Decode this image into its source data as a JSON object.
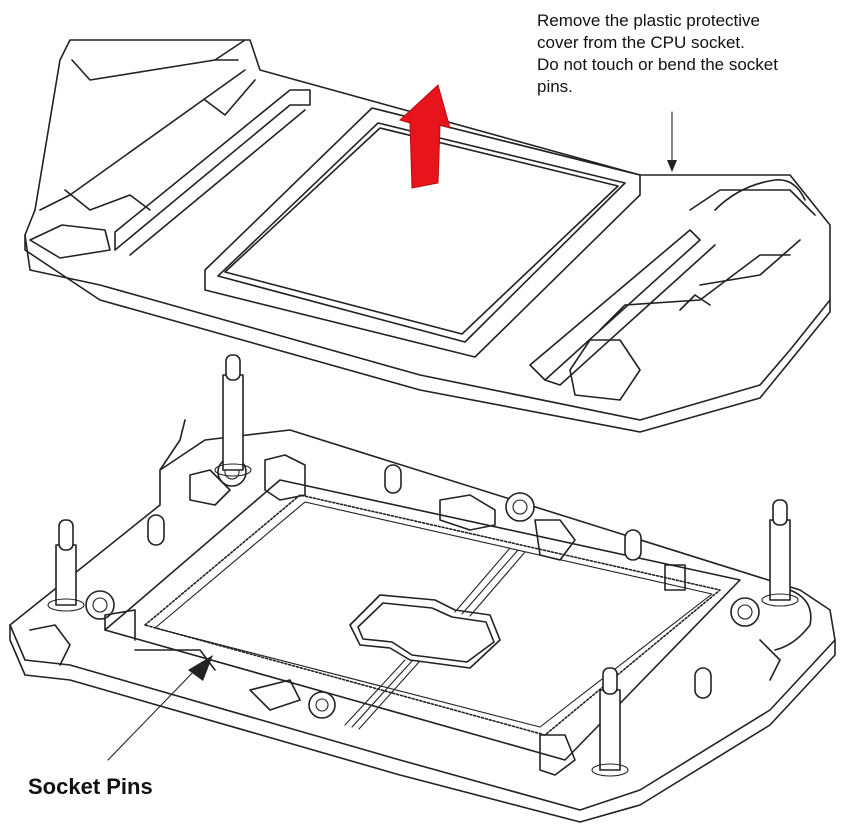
{
  "instruction": {
    "line1": "Remove the plastic protective",
    "line2": "cover from the CPU socket.",
    "line3": "Do not touch or bend the socket",
    "line4": "pins."
  },
  "callout": {
    "label": "Socket Pins"
  },
  "colors": {
    "lift_arrow": "#e8141b",
    "lines": "#222222"
  },
  "icons": {
    "lift": "arrow-up-icon",
    "pointer": "arrow-down-icon"
  }
}
